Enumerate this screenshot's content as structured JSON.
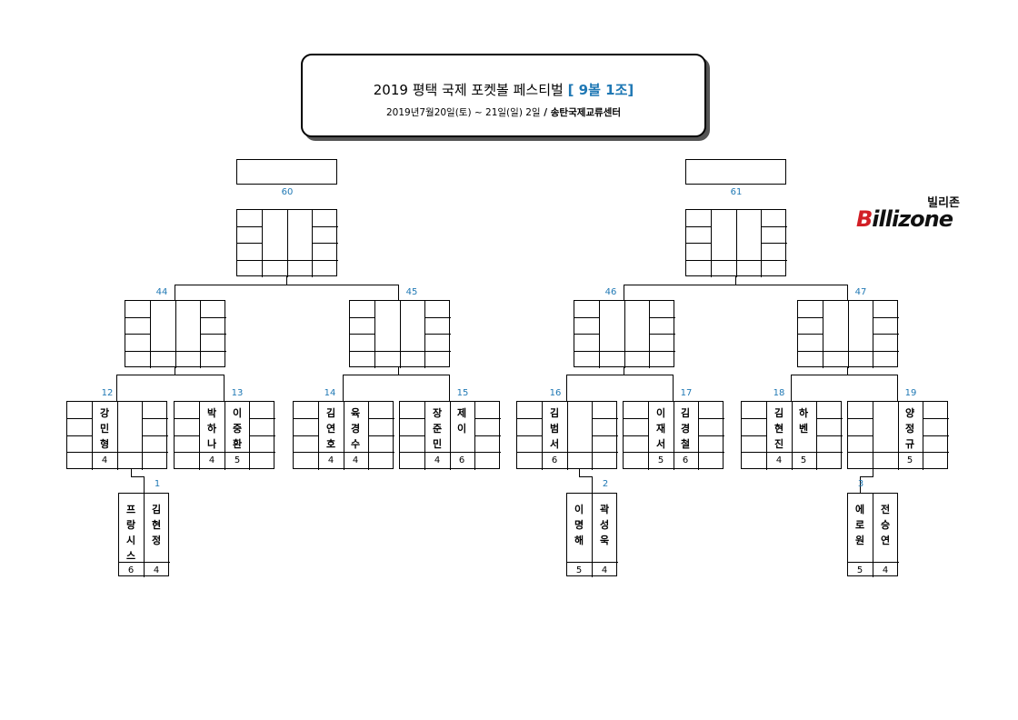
{
  "title": {
    "main": "2019 평택 국제 포켓볼 페스티벌",
    "group": "[ 9볼 1조]",
    "date": "2019년7월20일(토) ~ 21일(일)  2일",
    "venue_sep": " / ",
    "venue": "송탄국제교류센터"
  },
  "logo": {
    "korean": "빌리존",
    "prefix": "B",
    "rest": "illizone"
  },
  "matches": {
    "m60": "60",
    "m61": "61",
    "m44": "44",
    "m45": "45",
    "m46": "46",
    "m47": "47",
    "m12": "12",
    "m13": "13",
    "m14": "14",
    "m15": "15",
    "m16": "16",
    "m17": "17",
    "m18": "18",
    "m19": "19",
    "m1": "1",
    "m2": "2",
    "m3": "3"
  },
  "players": {
    "p12a": "강\n민\n형",
    "p12a_s": "4",
    "p13a": "박\n하\n나",
    "p13a_s": "4",
    "p13b": "이\n중\n환",
    "p13b_s": "5",
    "p14a": "김\n연\n호",
    "p14a_s": "4",
    "p14b": "육\n경\n수",
    "p14b_s": "4",
    "p15a": "장\n준\n민",
    "p15a_s": "4",
    "p15b": "제\n이",
    "p15b_s": "6",
    "p16a": "김\n범\n서",
    "p16a_s": "6",
    "p17a": "이\n재\n서",
    "p17a_s": "5",
    "p17b": "김\n경\n철",
    "p17b_s": "6",
    "p18a": "김\n현\n진",
    "p18a_s": "4",
    "p18b": "하\n벤",
    "p18b_s": "5",
    "p19b": "양\n정\n규",
    "p19b_s": "5",
    "p1a": "프\n랑\n시\n스",
    "p1a_s": "6",
    "p1b": "김\n현\n정",
    "p1b_s": "4",
    "p2a": "이\n명\n해",
    "p2a_s": "5",
    "p2b": "곽\n성\n욱",
    "p2b_s": "4",
    "p3a": "에\n로\n원",
    "p3a_s": "5",
    "p3b": "전\n승\n연",
    "p3b_s": "4"
  }
}
